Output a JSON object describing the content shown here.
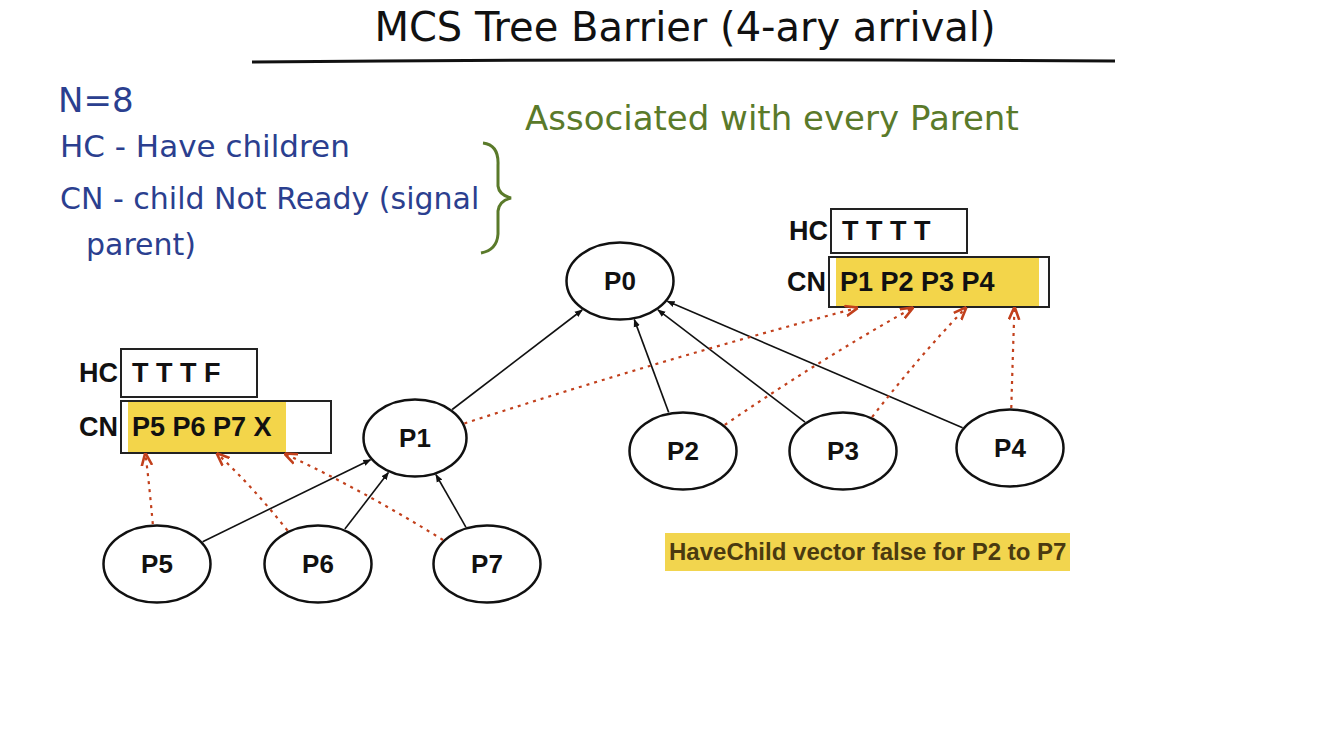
{
  "diagram": {
    "title": "MCS Tree Barrier (4-ary arrival)",
    "nodes": [
      {
        "text": [
          "HC",
          "T T T T"
        ]
      },
      {
        "text": [
          "CN",
          "P1 P2 P3 P4"
        ]
      },
      {
        "text": [
          "P0"
        ]
      },
      {
        "text": [
          "HC",
          "T T T F"
        ]
      },
      {
        "text": [
          "CN",
          "P5 P6 P7 X"
        ]
      },
      {
        "text": [
          "P1"
        ]
      },
      {
        "text": [
          "P2"
        ]
      },
      {
        "text": [
          "P3"
        ]
      },
      {
        "text": [
          "P4"
        ]
      },
      {
        "text": [
          "P5"
        ]
      },
      {
        "text": [
          "P6"
        ]
      },
      {
        "text": [
          "P7"
        ]
      }
    ],
    "edges": [
      {
        "from": 5,
        "to": 2,
        "arrow": "to"
      },
      {
        "from": 6,
        "to": 2,
        "arrow": "to"
      },
      {
        "from": 7,
        "to": 2,
        "arrow": "to"
      },
      {
        "from": 8,
        "to": 2,
        "arrow": "to"
      },
      {
        "from": 9,
        "to": 5,
        "arrow": "to"
      },
      {
        "from": 10,
        "to": 5,
        "arrow": "to"
      },
      {
        "from": 11,
        "to": 5,
        "arrow": "to"
      },
      {
        "from": 5,
        "to": 1,
        "arrow": "to"
      },
      {
        "from": 6,
        "to": 1,
        "arrow": "to"
      },
      {
        "from": 7,
        "to": 1,
        "arrow": "to"
      },
      {
        "from": 8,
        "to": 1,
        "arrow": "to"
      },
      {
        "from": 9,
        "to": 4,
        "arrow": "to"
      },
      {
        "from": 10,
        "to": 4,
        "arrow": "to"
      },
      {
        "from": 11,
        "to": 4,
        "arrow": "to"
      }
    ],
    "labels": [
      "N=8",
      "HC - Have children",
      "CN - child Not Ready (signal parent)",
      "Associated with every Parent",
      "HaveChild vector false for P2 to P7"
    ]
  }
}
